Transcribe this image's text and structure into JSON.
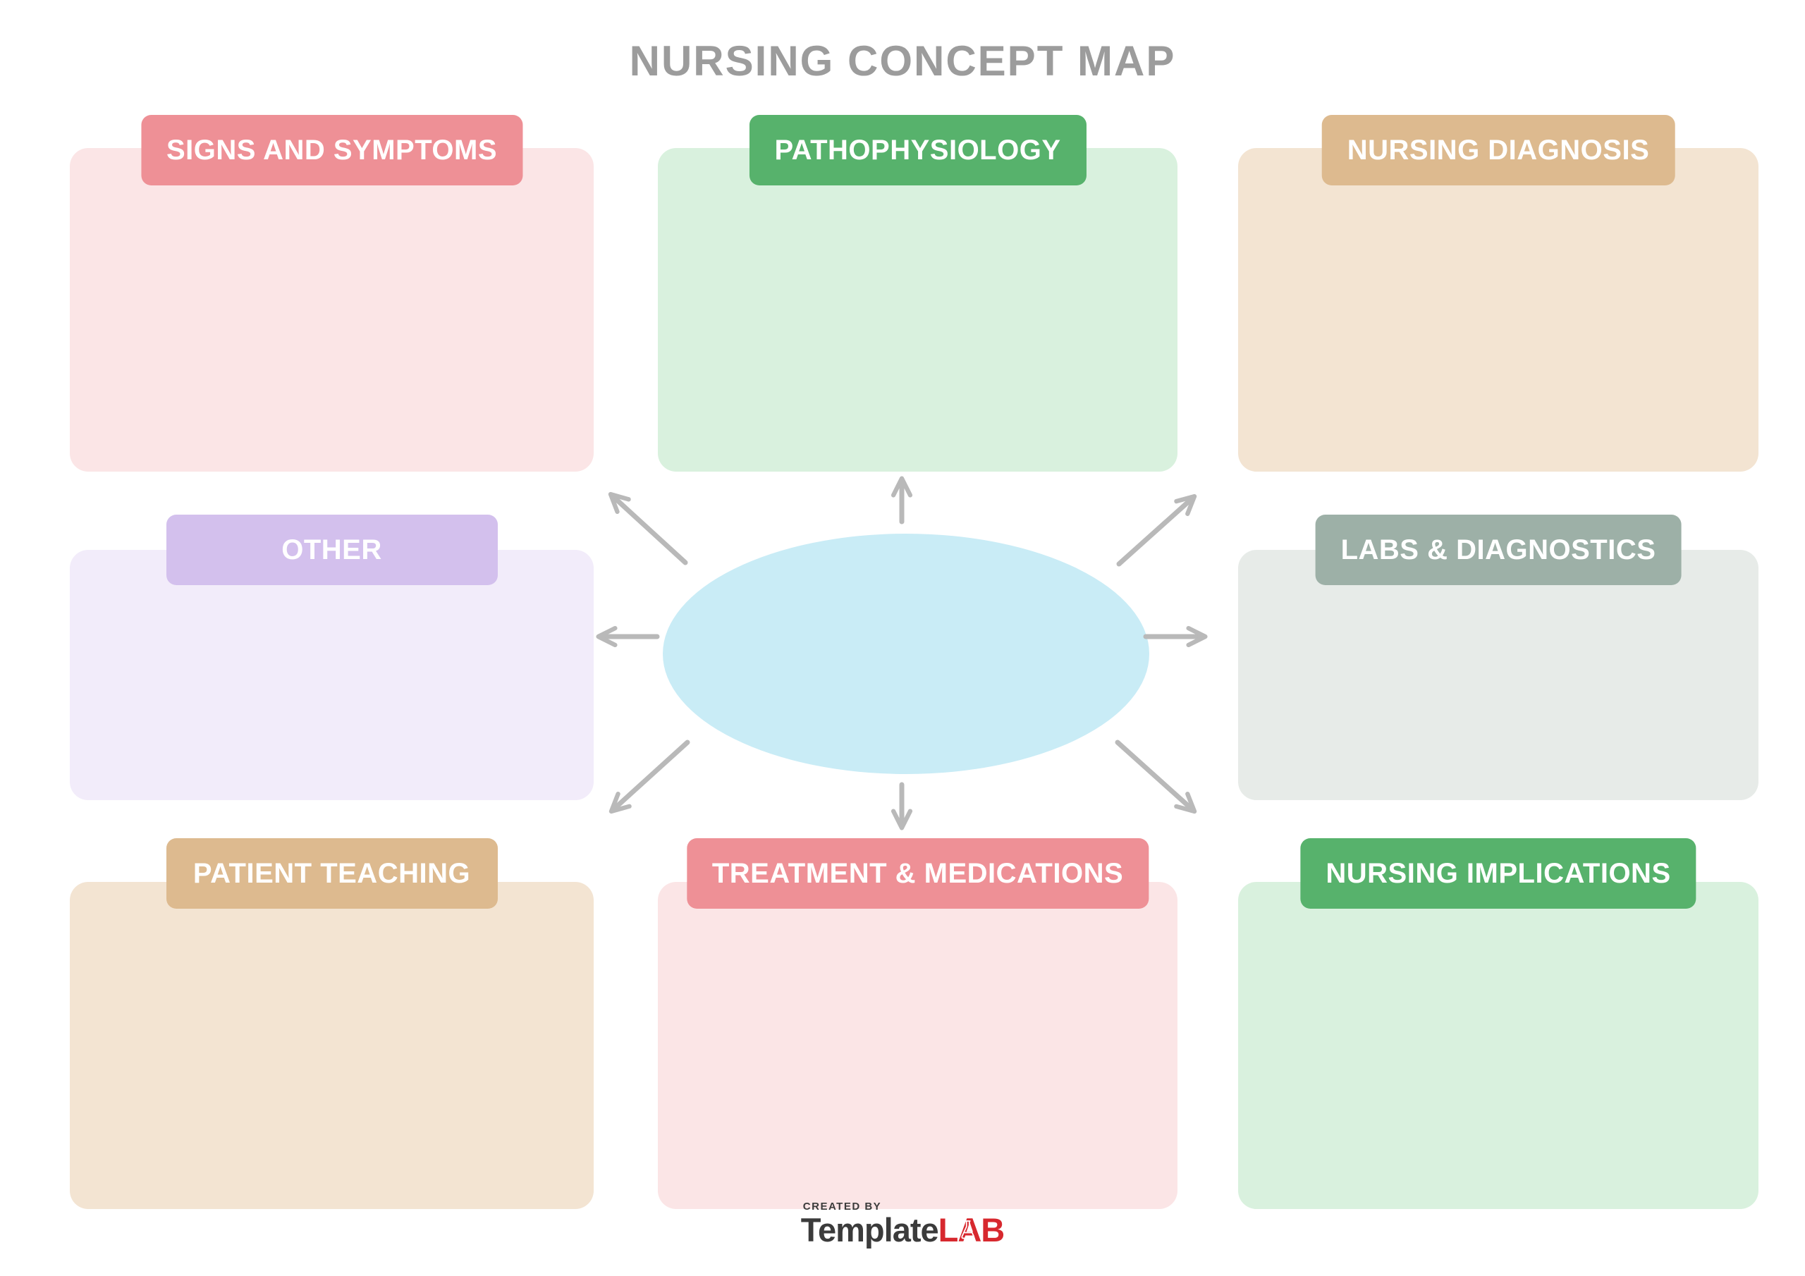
{
  "title": "NURSING CONCEPT MAP",
  "colors": {
    "background": "#ffffff",
    "title_text": "#9c9c9c",
    "header_text": "#ffffff",
    "arrow": "#b9b9b9",
    "center_ellipse": "#c9ecf6",
    "logo_dark": "#3b3b3b",
    "logo_red": "#d7282e"
  },
  "cards": [
    {
      "label": "SIGNS AND SYMPTOMS",
      "position": "top-left",
      "header_color": "#ee9096",
      "body_color": "#fbe5e6"
    },
    {
      "label": "PATHOPHYSIOLOGY",
      "position": "top-center",
      "header_color": "#57b26c",
      "body_color": "#d9f1de"
    },
    {
      "label": "NURSING DIAGNOSIS",
      "position": "top-right",
      "header_color": "#ddba8f",
      "body_color": "#f3e4d2"
    },
    {
      "label": "OTHER",
      "position": "middle-left",
      "header_color": "#d3c0ed",
      "body_color": "#f2ecfa"
    },
    {
      "label": "LABS & DIAGNOSTICS",
      "position": "middle-right",
      "header_color": "#9db0a7",
      "body_color": "#e7ebe8"
    },
    {
      "label": "PATIENT TEACHING",
      "position": "bottom-left",
      "header_color": "#ddba8f",
      "body_color": "#f3e4d2"
    },
    {
      "label": "TREATMENT & MEDICATIONS",
      "position": "bottom-center",
      "header_color": "#ee9096",
      "body_color": "#fbe5e6"
    },
    {
      "label": "NURSING IMPLICATIONS",
      "position": "bottom-right",
      "header_color": "#57b26c",
      "body_color": "#d9f1de"
    }
  ],
  "center": {
    "shape": "ellipse",
    "label": "",
    "arrow_directions": [
      "north-west",
      "north",
      "north-east",
      "west",
      "east",
      "south-west",
      "south",
      "south-east"
    ]
  },
  "footer": {
    "created_by": "CREATED BY",
    "brand_part1": "Template",
    "brand_part2": "LAB"
  }
}
